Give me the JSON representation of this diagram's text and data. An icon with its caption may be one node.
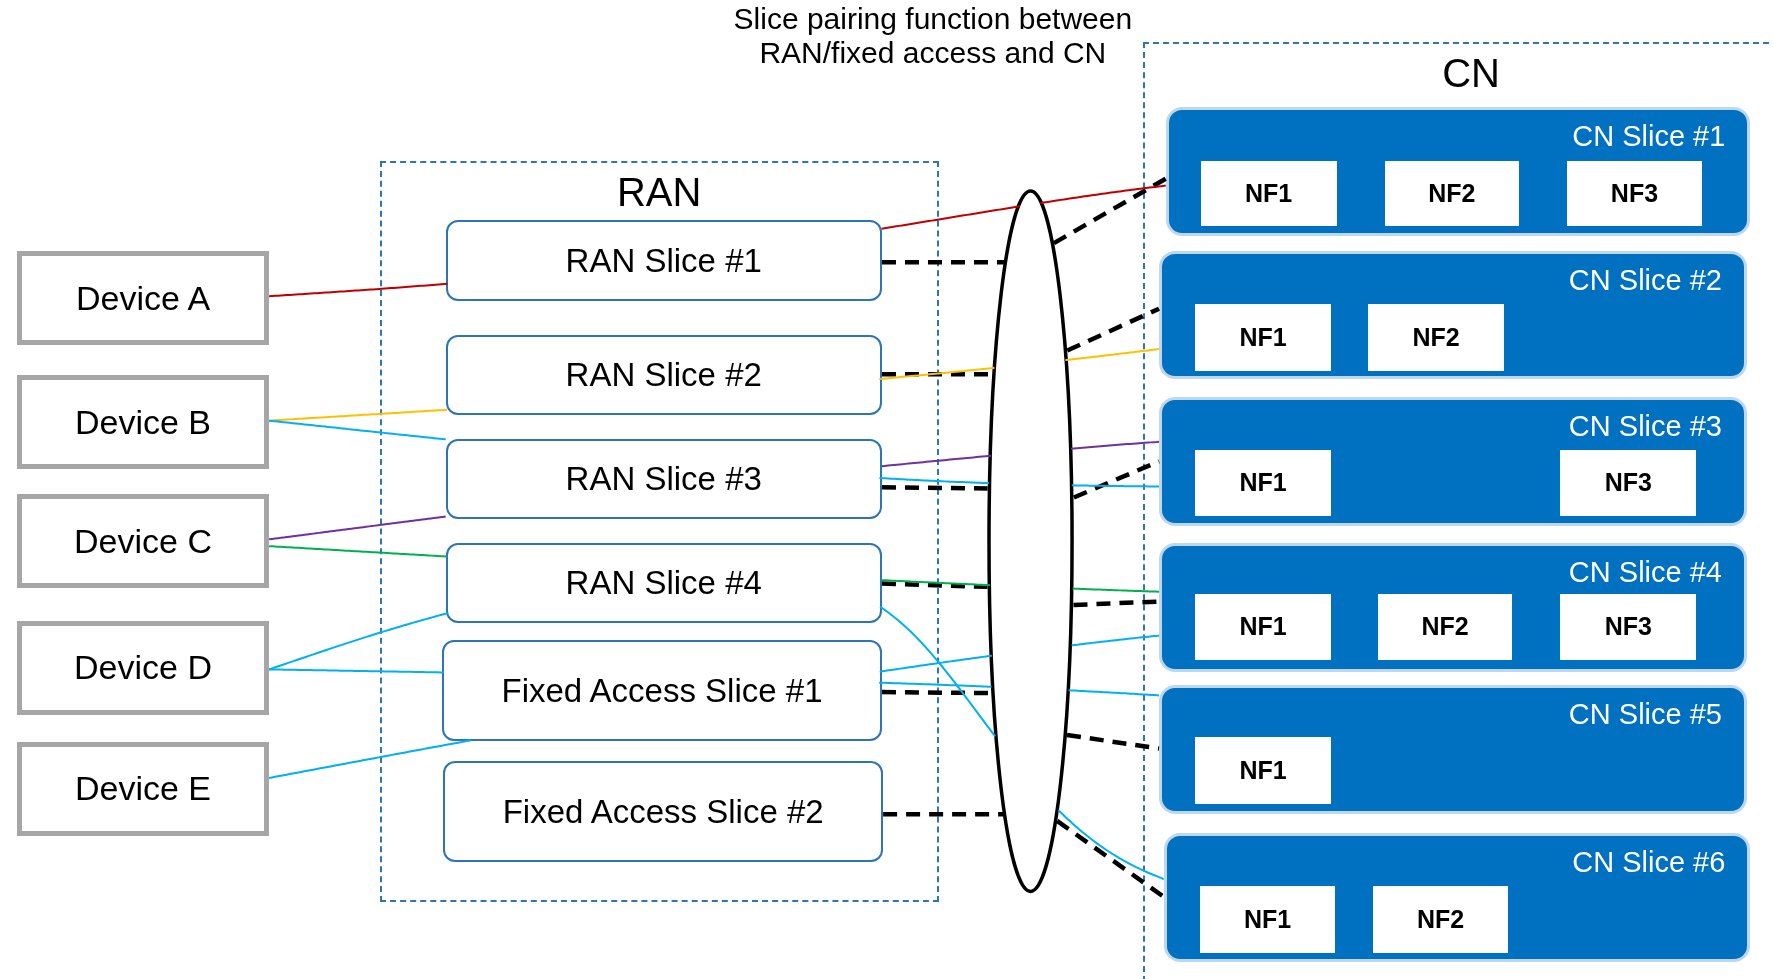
{
  "diagram": {
    "nodes": [
      {
        "text": [
          "Device A"
        ]
      },
      {
        "text": [
          "Device B"
        ]
      },
      {
        "text": [
          "Device C"
        ]
      },
      {
        "text": [
          "Device D"
        ]
      },
      {
        "text": [
          "Device E"
        ]
      },
      {
        "text": [
          "RAN"
        ]
      },
      {
        "text": [
          "RAN Slice #1"
        ],
        "in": 5
      },
      {
        "text": [
          "RAN Slice #2"
        ],
        "in": 5
      },
      {
        "text": [
          "RAN Slice #3"
        ],
        "in": 5
      },
      {
        "text": [
          "RAN Slice #4"
        ],
        "in": 5
      },
      {
        "text": [
          "Fixed Access Slice #1"
        ],
        "in": 5
      },
      {
        "text": [
          "Fixed Access Slice #2"
        ],
        "in": 5
      },
      {
        "text": [],
        "shape": "ellipse"
      },
      {
        "text": [
          "CN"
        ]
      },
      {
        "text": [
          "CN Slice #1"
        ],
        "in": 13
      },
      {
        "text": [
          "NF1"
        ],
        "in": 14
      },
      {
        "text": [
          "NF2"
        ],
        "in": 14
      },
      {
        "text": [
          "NF3"
        ],
        "in": 14
      },
      {
        "text": [
          "CN Slice #2"
        ],
        "in": 13
      },
      {
        "text": [
          "NF1"
        ],
        "in": 18
      },
      {
        "text": [
          "NF2"
        ],
        "in": 18
      },
      {
        "text": [
          "CN Slice #3"
        ],
        "in": 13
      },
      {
        "text": [
          "NF1"
        ],
        "in": 21
      },
      {
        "text": [
          "NF3"
        ],
        "in": 21
      },
      {
        "text": [
          "CN Slice #4"
        ],
        "in": 13
      },
      {
        "text": [
          "NF1"
        ],
        "in": 24
      },
      {
        "text": [
          "NF2"
        ],
        "in": 24
      },
      {
        "text": [
          "NF3"
        ],
        "in": 24
      },
      {
        "text": [
          "CN Slice #5"
        ],
        "in": 13
      },
      {
        "text": [
          "NF1"
        ],
        "in": 28
      },
      {
        "text": [
          "CN Slice #6"
        ],
        "in": 13
      },
      {
        "text": [
          "NF1"
        ],
        "in": 30
      },
      {
        "text": [
          "NF2"
        ],
        "in": 30
      }
    ],
    "edges": [
      {
        "from": 6,
        "to": 12,
        "arrow": "none",
        "style": "dashed"
      },
      {
        "from": 7,
        "to": 12,
        "arrow": "none",
        "style": "dashed"
      },
      {
        "from": 8,
        "to": 12,
        "arrow": "none",
        "style": "dashed"
      },
      {
        "from": 9,
        "to": 12,
        "arrow": "none",
        "style": "dashed"
      },
      {
        "from": 10,
        "to": 12,
        "arrow": "none",
        "style": "dashed"
      },
      {
        "from": 11,
        "to": 12,
        "arrow": "none",
        "style": "dashed"
      },
      {
        "from": 12,
        "to": 14,
        "arrow": "none",
        "style": "dashed"
      },
      {
        "from": 12,
        "to": 18,
        "arrow": "none",
        "style": "dashed"
      },
      {
        "from": 12,
        "to": 21,
        "arrow": "none",
        "style": "dashed"
      },
      {
        "from": 12,
        "to": 24,
        "arrow": "none",
        "style": "dashed"
      },
      {
        "from": 12,
        "to": 28,
        "arrow": "none",
        "style": "dashed"
      },
      {
        "from": 12,
        "to": 30,
        "arrow": "none",
        "style": "dashed"
      },
      {
        "from": 0,
        "to": 6,
        "arrow": "none",
        "color": "#c00000"
      },
      {
        "from": 6,
        "to": 12,
        "arrow": "none",
        "color": "#c00000"
      },
      {
        "from": 12,
        "to": 14,
        "arrow": "none",
        "color": "#c00000"
      },
      {
        "from": 1,
        "to": 7,
        "arrow": "none",
        "color": "#ffc000"
      },
      {
        "from": 7,
        "to": 12,
        "arrow": "none",
        "color": "#ffc000"
      },
      {
        "from": 12,
        "to": 18,
        "arrow": "none",
        "color": "#ffc000"
      },
      {
        "from": 1,
        "to": 8,
        "arrow": "none",
        "color": "#00b0f0"
      },
      {
        "from": 8,
        "to": 12,
        "arrow": "none",
        "color": "#00b0f0"
      },
      {
        "from": 12,
        "to": 21,
        "arrow": "none",
        "color": "#00b0f0"
      },
      {
        "from": 2,
        "to": 8,
        "arrow": "none",
        "color": "#7030a0"
      },
      {
        "from": 8,
        "to": 12,
        "arrow": "none",
        "color": "#7030a0"
      },
      {
        "from": 12,
        "to": 21,
        "arrow": "none",
        "color": "#7030a0"
      },
      {
        "from": 2,
        "to": 9,
        "arrow": "none",
        "color": "#00b050"
      },
      {
        "from": 9,
        "to": 12,
        "arrow": "none",
        "color": "#00b050"
      },
      {
        "from": 12,
        "to": 24,
        "arrow": "none",
        "color": "#00b050"
      },
      {
        "from": 3,
        "to": 9,
        "arrow": "none",
        "color": "#00b0f0"
      },
      {
        "from": 9,
        "to": 12,
        "arrow": "none",
        "color": "#00b0f0"
      },
      {
        "from": 12,
        "to": 30,
        "arrow": "none",
        "color": "#00b0f0"
      },
      {
        "from": 3,
        "to": 10,
        "arrow": "none",
        "color": "#00b0f0"
      },
      {
        "from": 10,
        "to": 12,
        "arrow": "none",
        "color": "#00b0f0"
      },
      {
        "from": 12,
        "to": 28,
        "arrow": "none",
        "color": "#00b0f0"
      },
      {
        "from": 4,
        "to": 10,
        "arrow": "none",
        "color": "#00b0f0"
      },
      {
        "from": 10,
        "to": 12,
        "arrow": "none",
        "color": "#00b0f0"
      },
      {
        "from": 12,
        "to": 24,
        "arrow": "none",
        "color": "#00b0f0"
      }
    ],
    "labels": [
      "Slice pairing function between RAN/fixed access and CN"
    ]
  }
}
